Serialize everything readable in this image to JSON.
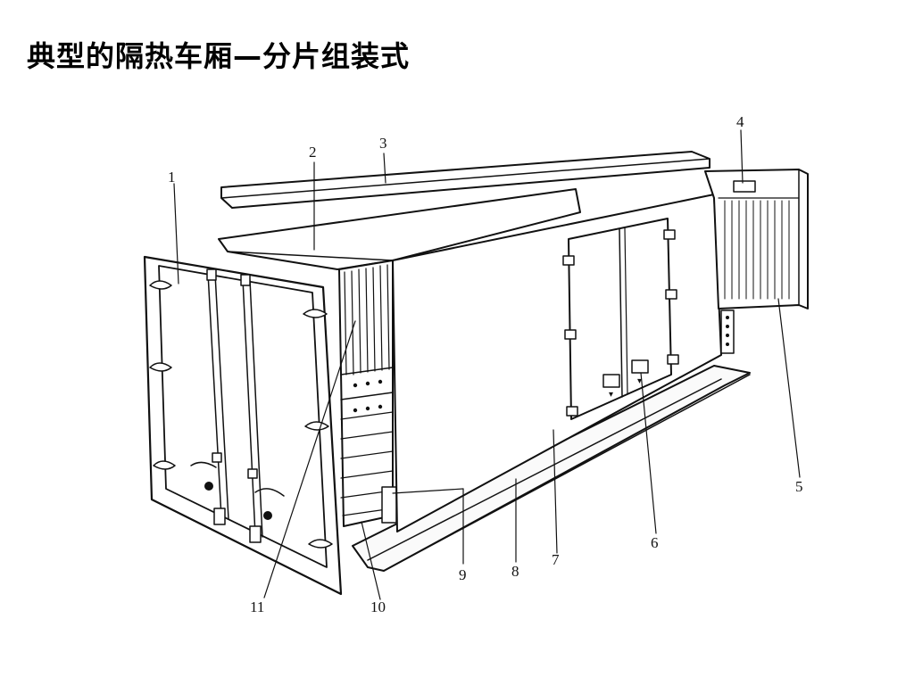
{
  "title": "典型的隔热车厢—分片组装式",
  "diagram": {
    "labels": {
      "l1": "1",
      "l2": "2",
      "l3": "3",
      "l4": "4",
      "l5": "5",
      "l6": "6",
      "l7": "7",
      "l8": "8",
      "l9": "9",
      "l10": "10",
      "l11": "11"
    }
  }
}
